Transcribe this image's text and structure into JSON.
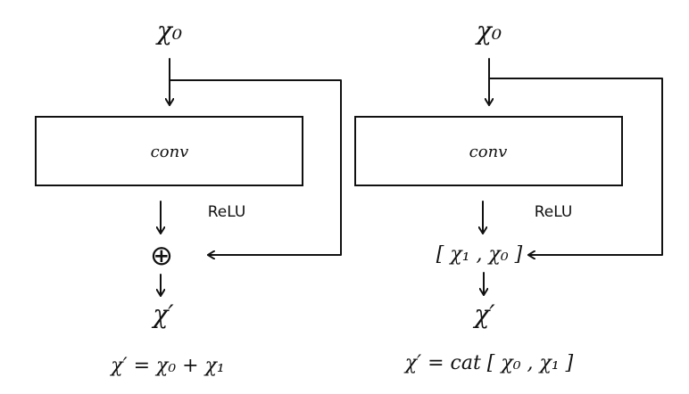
{
  "colors": {
    "ink": "#111111",
    "background": "#ffffff"
  },
  "left_diagram": {
    "input": "χ₀",
    "block": "conv",
    "activation": "ReLU",
    "merge_symbol": "⊕",
    "output": "χ′",
    "formula": "χ′ =  χ₀ + χ₁"
  },
  "right_diagram": {
    "input": "χ₀",
    "block": "conv",
    "activation": "ReLU",
    "merge": "[ χ₁ , χ₀ ]",
    "output": "χ′",
    "formula": "χ′ = cat [ χ₀ , χ₁ ]"
  }
}
